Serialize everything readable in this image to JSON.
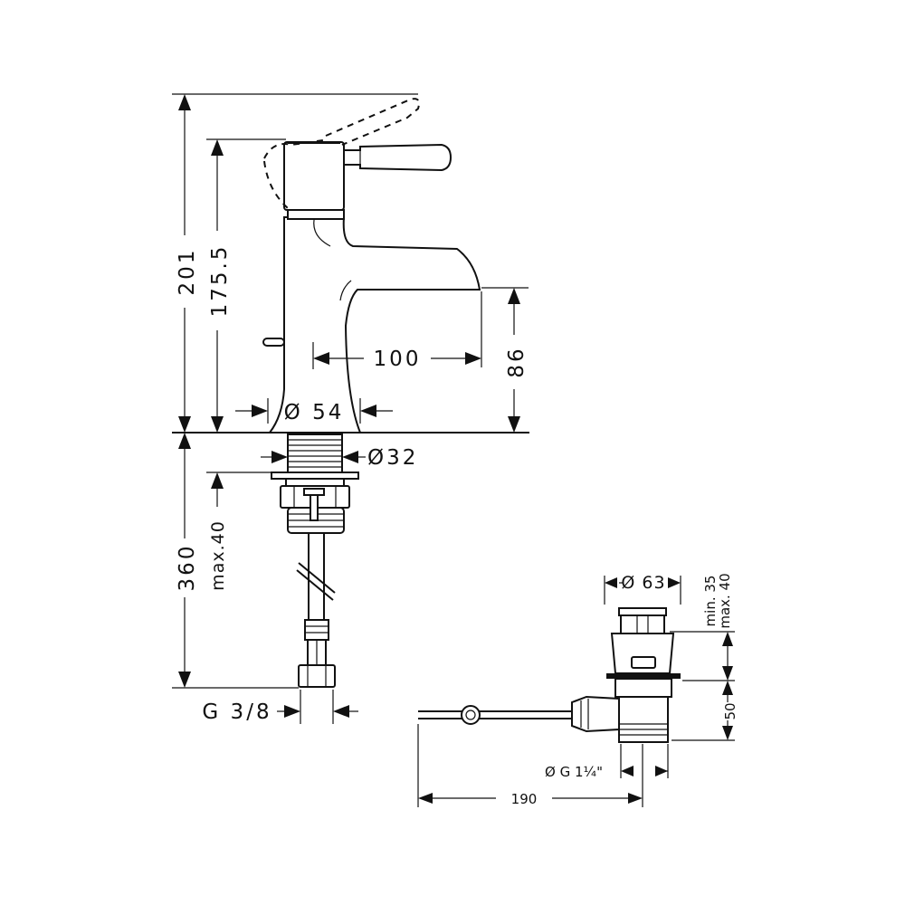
{
  "drawing": {
    "dimensions": {
      "total_height": "201",
      "lever_height": "175.5",
      "spout_clearance": "86",
      "spout_projection": "100",
      "base_diameter": "Ø 54",
      "shank_diameter": "Ø32",
      "below_deck_length": "360",
      "deck_thickness": "max.40",
      "connection_thread": "G 3/8",
      "waste_cap_diameter": "Ø 63",
      "waste_min_thickness": "min. 35",
      "waste_max_thickness": "max. 40",
      "waste_tail_height": "50",
      "waste_thread": "Ø G 1¼\"",
      "rod_length": "190"
    }
  }
}
